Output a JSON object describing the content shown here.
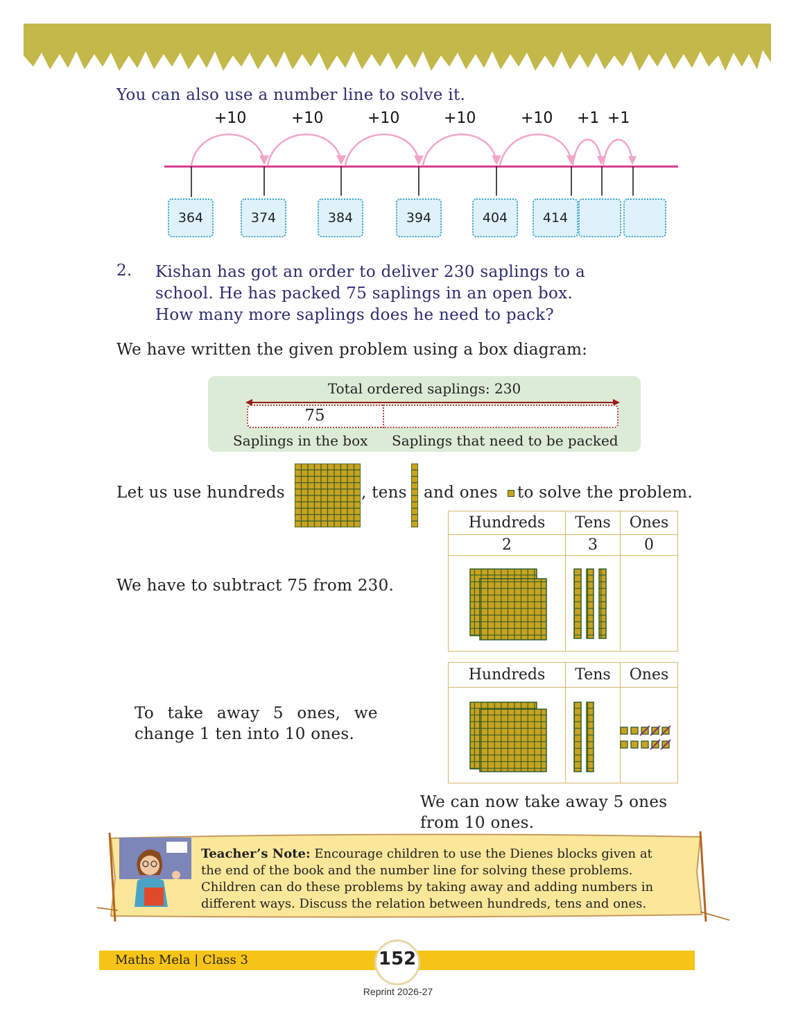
{
  "header_band": {
    "color": "#c4b84a"
  },
  "numberline": {
    "intro": "You can also use a number line to solve it.",
    "jumps": [
      "+10",
      "+10",
      "+10",
      "+10",
      "+10",
      "+1",
      "+1"
    ],
    "boxes": [
      "364",
      "374",
      "384",
      "394",
      "404",
      "414",
      "",
      ""
    ]
  },
  "question": {
    "number": "2.",
    "lines": [
      "Kishan has got an order to deliver 230 saplings to a",
      "school. He has packed 75 saplings in an open box.",
      "How many more saplings does he need to pack?"
    ]
  },
  "box_diagram": {
    "intro": "We have written the given problem using a box diagram:",
    "total_label": "Total ordered saplings: 230",
    "known_value": "75",
    "left_label": "Saplings in the box",
    "right_label": "Saplings that need to be packed"
  },
  "blocks_sentence": {
    "part1": "Let us use hundreds",
    "part2": ", tens",
    "part3": "and ones",
    "part4": "to solve the problem."
  },
  "table1": {
    "headers": [
      "Hundreds",
      "Tens",
      "Ones"
    ],
    "values": [
      "2",
      "3",
      "0"
    ]
  },
  "subtract_text": "We have to subtract 75 from 230.",
  "table2": {
    "headers": [
      "Hundreds",
      "Tens",
      "Ones"
    ]
  },
  "regroup_text": [
    "To take away 5 ones, we",
    "change 1 ten into 10 ones."
  ],
  "takeaway_text": [
    "We can now take away 5 ones",
    "from 10 ones."
  ],
  "teacher_note": {
    "title": "Teacher’s Note:",
    "lines": [
      " Encourage children to use the Dienes blocks given at",
      "the end of the book and the number line for solving these problems.",
      "Children can do these problems by taking away and adding numbers in",
      "different ways. Discuss the relation between hundreds, tens and ones."
    ]
  },
  "footer": {
    "book": "Maths Mela | Class 3",
    "page": "152",
    "reprint": "Reprint 2026-27"
  }
}
